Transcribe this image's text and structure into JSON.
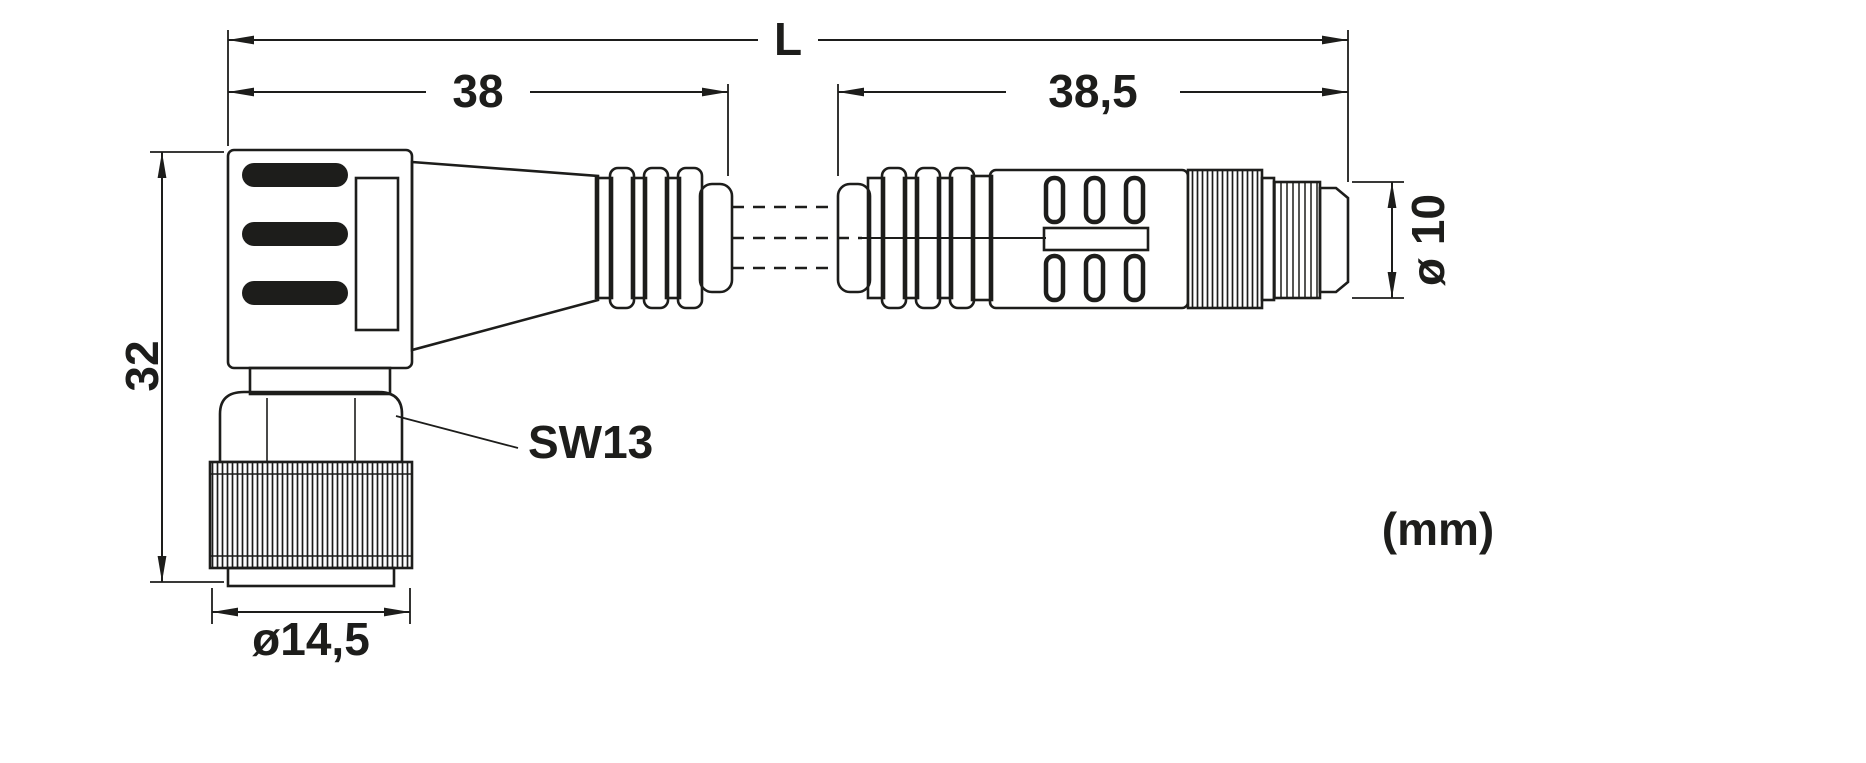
{
  "page": {
    "background": "#ffffff",
    "line_color": "#1d1d1b"
  },
  "drawing": {
    "name": "connector-cable-dimension-drawing",
    "description": "Dimensional line drawing of a cable with angled female connector (left) and straight male connector (right)",
    "unit_note": "(mm)",
    "labels": {
      "wrench_size": "SW13"
    },
    "dimensions": {
      "total_length": "L",
      "left_connector_length": "38",
      "right_connector_length": "38,5",
      "left_connector_height": "32",
      "thread_diameter": "ø 10",
      "coupling_nut_diameter": "ø14,5"
    }
  }
}
